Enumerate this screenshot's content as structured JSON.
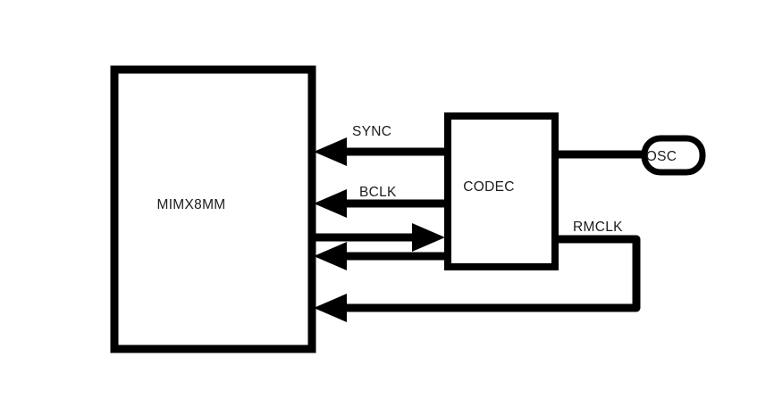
{
  "diagram": {
    "type": "block-diagram",
    "labels": {
      "mimx8mm": "MIMX8MM",
      "codec": "CODEC",
      "osc": "OSC",
      "sync": "SYNC",
      "bclk": "BCLK",
      "rmclk": "RMCLK"
    },
    "nodes": [
      {
        "id": "mimx8mm",
        "label": "MIMX8MM",
        "shape": "rectangle"
      },
      {
        "id": "codec",
        "label": "CODEC",
        "shape": "rectangle"
      },
      {
        "id": "osc",
        "label": "OSC",
        "shape": "rounded-pill"
      }
    ],
    "connections": [
      {
        "from": "codec",
        "to": "mimx8mm",
        "label": "SYNC",
        "arrowhead": "at-mimx8mm"
      },
      {
        "from": "codec",
        "to": "mimx8mm",
        "label": "BCLK",
        "arrowhead": "at-mimx8mm"
      },
      {
        "from": "mimx8mm",
        "to": "codec",
        "label": "",
        "arrowhead": "at-codec"
      },
      {
        "from": "codec",
        "to": "mimx8mm",
        "label": "",
        "arrowhead": "at-mimx8mm"
      },
      {
        "from": "codec",
        "to": "mimx8mm",
        "label": "RMCLK",
        "arrowhead": "at-mimx8mm",
        "route": "right-down-left"
      },
      {
        "from": "osc",
        "to": "codec",
        "label": "",
        "arrowhead": "none"
      }
    ],
    "colors": {
      "stroke": "#000000",
      "text": "#1c1c1c",
      "background": "#ffffff"
    }
  }
}
